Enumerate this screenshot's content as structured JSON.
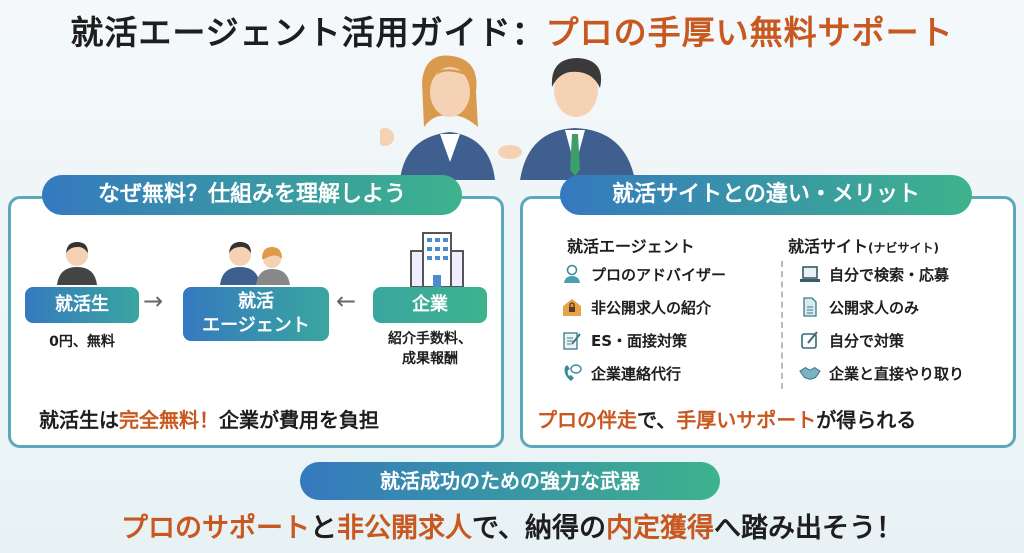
{
  "title": {
    "part1": "就活エージェント活用ガイド：",
    "part2": "プロの手厚い無料サポート"
  },
  "left_panel": {
    "heading": "なぜ無料？仕組みを理解しよう",
    "student": {
      "label": "就活生",
      "caption": "0円、無料"
    },
    "agent": {
      "label_line1": "就活",
      "label_line2": "エージェント"
    },
    "company": {
      "label": "企業",
      "caption_line1": "紹介手数料、",
      "caption_line2": "成果報酬"
    },
    "summary": {
      "part1": "就活生は",
      "part2": "完全無料！",
      "part3": "企業が費用を負担"
    }
  },
  "right_panel": {
    "heading": "就活サイトとの違い・メリット",
    "agent_col": {
      "title": "就活エージェント",
      "items": [
        {
          "icon": "advisor-icon",
          "label": "プロのアドバイザー"
        },
        {
          "icon": "lock-icon",
          "label": "非公開求人の紹介"
        },
        {
          "icon": "document-pen-icon",
          "label": "ES・面接対策"
        },
        {
          "icon": "phone-chat-icon",
          "label": "企業連絡代行"
        }
      ]
    },
    "site_col": {
      "title": "就活サイト",
      "subtitle": "(ナビサイト)",
      "items": [
        {
          "icon": "laptop-icon",
          "label": "自分で検索・応募"
        },
        {
          "icon": "document-icon",
          "label": "公開求人のみ"
        },
        {
          "icon": "edit-icon",
          "label": "自分で対策"
        },
        {
          "icon": "handshake-icon",
          "label": "企業と直接やり取り"
        }
      ]
    },
    "summary": {
      "part1": "プロの伴走",
      "part2": "で、",
      "part3": "手厚いサポート",
      "part4": "が得られる"
    }
  },
  "bottom": {
    "pill": "就活成功のための強力な武器",
    "part1": "プロのサポート",
    "part2": "と",
    "part3": "非公開求人",
    "part4": "で、納得の",
    "part5": "内定獲得",
    "part6": "へ踏み出そう！"
  },
  "colors": {
    "accent": "#c8581f",
    "blue": "#3579bf",
    "green": "#3db38c",
    "border": "#5aa9b8"
  }
}
